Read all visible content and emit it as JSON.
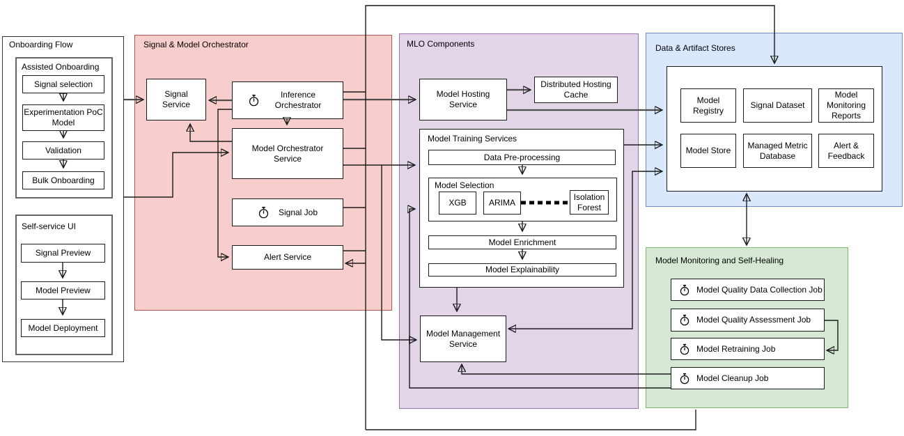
{
  "diagram": {
    "onboarding": {
      "title": "Onboarding Flow",
      "assisted": {
        "title": "Assisted Onboarding",
        "step1": "Signal selection",
        "step2": "Experimentation PoC Model",
        "step3": "Validation",
        "step4": "Bulk Onboarding"
      },
      "self_service": {
        "title": "Self-service UI",
        "step1": "Signal Preview",
        "step2": "Model Preview",
        "step3": "Model Deployment"
      }
    },
    "orchestrator": {
      "title": "Signal & Model Orchestrator",
      "signal_service": "Signal Service",
      "inference_orchestrator": "Inference Orchestrator",
      "model_orchestrator_service": "Model Orchestrator Service",
      "signal_job": "Signal Job",
      "alert_service": "Alert Service"
    },
    "mlo": {
      "title": "MLO Components",
      "model_hosting_service": "Model Hosting Service",
      "distributed_hosting_cache": "Distributed Hosting Cache",
      "model_training": {
        "title": "Model Training Services",
        "data_preprocessing": "Data Pre-processing",
        "model_selection": {
          "title": "Model Selection",
          "xgb": "XGB",
          "arima": "ARIMA",
          "isolation_forest": "Isolation Forest"
        },
        "model_enrichment": "Model Enrichment",
        "model_explainability": "Model Explainability"
      },
      "model_management_service": "Model Management Service"
    },
    "stores": {
      "title": "Data & Artifact Stores",
      "model_registry": "Model Registry",
      "signal_dataset": "Signal Dataset",
      "model_monitoring_reports": "Model Monitoring Reports",
      "model_store": "Model Store",
      "managed_metric_database": "Managed Metric Database",
      "alert_feedback": "Alert & Feedback"
    },
    "monitoring": {
      "title": "Model Monitoring and Self-Healing",
      "job1": "Model Quality Data Collection Job",
      "job2": "Model Quality Assessment Job",
      "job3": "Model Retraining Job",
      "job4": "Model Cleanup Job"
    }
  },
  "icons": {
    "timer": "timer-icon (stopwatch)"
  },
  "colors": {
    "orchestrator_fill": "#f8cecc",
    "orchestrator_border": "#b85450",
    "mlo_fill": "#e1d5e7",
    "mlo_border": "#9673a6",
    "stores_fill": "#dae8fc",
    "stores_border": "#6c8ebf",
    "monitoring_fill": "#d5e8d4",
    "monitoring_border": "#82b366",
    "node_fill": "#ffffff",
    "line": "#000000"
  }
}
